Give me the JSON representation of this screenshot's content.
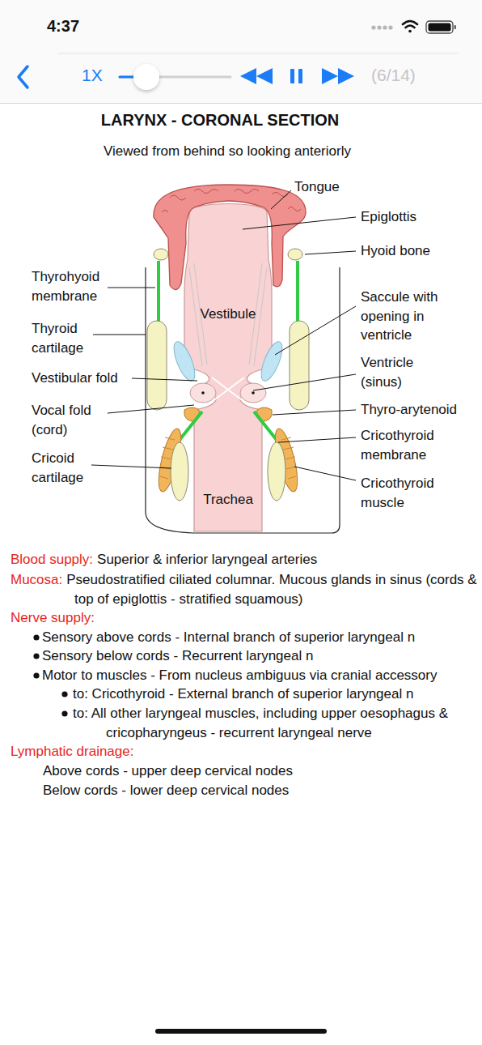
{
  "diagram": {
    "title": "LARYNX - CORONAL SECTION",
    "labels": [
      "4:37",
      "1X",
      "(6/14)",
      "Viewed from behind so looking anteriorly",
      "Tongue",
      "Epiglottis",
      "Hyoid bone",
      "Thyrohyoid membrane",
      "Saccule with opening in ventricle",
      "Vestibule",
      "Thyroid cartilage",
      "Vestibular fold",
      "Ventricle (sinus)",
      "Vocal fold (cord)",
      "Thyro-arytenoid",
      "Cricothyroid membrane",
      "Cricoid cartilage",
      "Cricothyroid muscle",
      "Trachea",
      "Blood supply:",
      "Superior & inferior laryngeal arteries",
      "Mucosa:",
      "Pseudostratified ciliated columnar. Mucous glands in sinus (cords & top of epiglottis - stratified squamous)",
      "Nerve supply:",
      "Sensory above cords - Internal branch of superior laryngeal n",
      "Sensory below cords - Recurrent laryngeal n",
      "Motor to muscles - From nucleus ambiguus via cranial accessory",
      "to: Cricothyroid - External branch of superior laryngeal n",
      "to: All other laryngeal muscles, including upper oesophagus & cricopharyngeus - recurrent laryngeal nerve",
      "Lymphatic drainage:",
      "Above cords - upper deep cervical nodes",
      "Below cords - lower deep cervical nodes"
    ]
  }
}
